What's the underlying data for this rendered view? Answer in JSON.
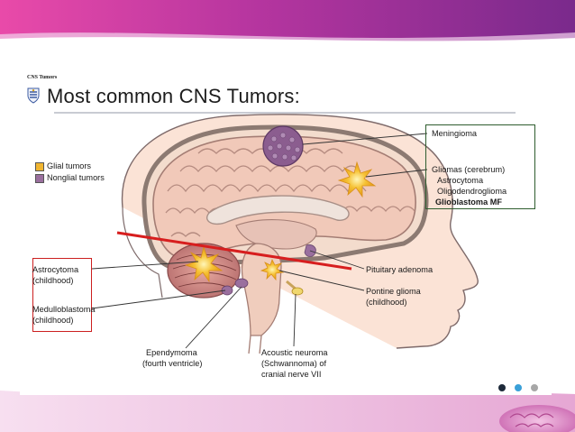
{
  "header_small": "CNS Tumors",
  "title": "Most common CNS Tumors:",
  "legend": {
    "glial": "Glial tumors",
    "nonglial": "Nonglial tumors"
  },
  "labels": {
    "meningioma": "Meningioma",
    "gliomas": "Gliomas (cerebrum)",
    "astrocytoma": "Astrocytoma",
    "oligodendroglioma": "Oligodendroglioma",
    "glioblastoma": "Glioblastoma MF",
    "astro_child_1": "Astrocytoma",
    "astro_child_2": "(childhood)",
    "medullo_1": "Medulloblastoma",
    "medullo_2": "(childhood)",
    "pituitary": "Pituitary adenoma",
    "pontine_1": "Pontine glioma",
    "pontine_2": "(childhood)",
    "ependymoma_1": "Ependymoma",
    "ependymoma_2": "(fourth ventricle)",
    "acoustic_1": "Acoustic neuroma",
    "acoustic_2": "(Schwannoma) of",
    "acoustic_3": "cranial nerve VII"
  },
  "colors": {
    "glial": "#f0b531",
    "nonglial": "#9a6f9e",
    "green_box": "#2f5d2f",
    "red_box": "#cc1f1f",
    "tentorium_line": "#d71e1e",
    "title_bar": "#b2309a"
  },
  "icons": [
    "crest-icon",
    "nav-dot-icon"
  ]
}
